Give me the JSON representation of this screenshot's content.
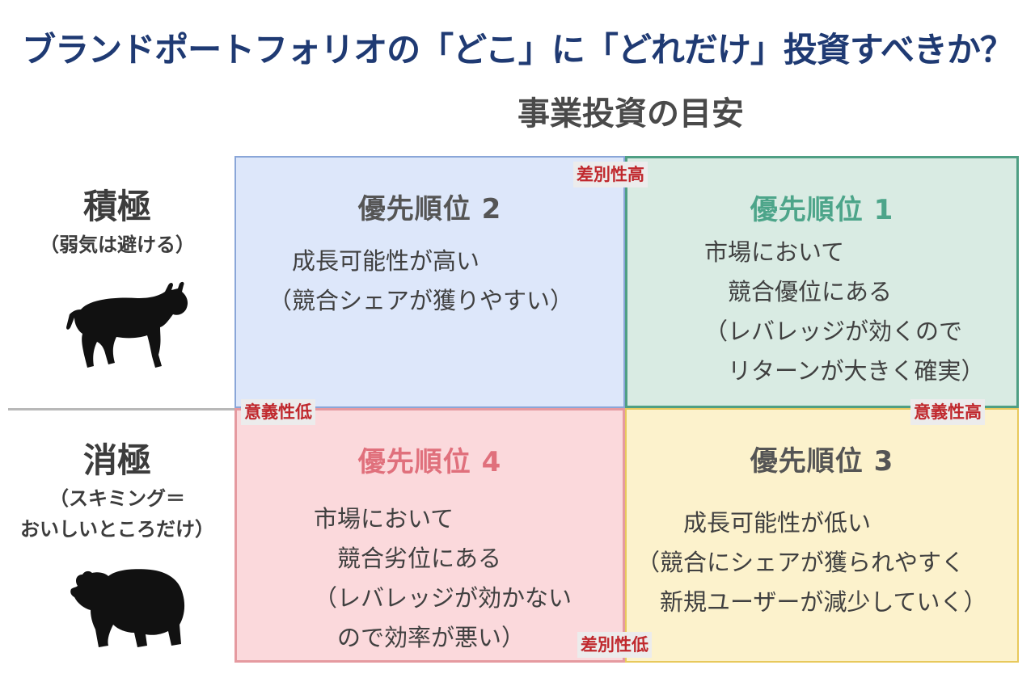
{
  "title": "ブランドポートフォリオの「どこ」に「どれだけ」投資すべきか？",
  "subtitle": "事業投資の目安",
  "side": {
    "top_title": "積極",
    "top_sub": "（弱気は避ける）",
    "bottom_title": "消極",
    "bottom_sub1": "（スキミング＝",
    "bottom_sub2": "おいしいところだけ）"
  },
  "axis_tags": {
    "top": "差別性高",
    "bottom": "差別性低",
    "left": "意義性低",
    "right": "意義性高"
  },
  "quadrants": {
    "q1": {
      "heading": "優先順位 1",
      "lines": [
        "市場において",
        "　競合優位にある",
        "（レバレッジが効くので",
        "　リターンが大きく確実）"
      ]
    },
    "q2": {
      "heading": "優先順位 2",
      "lines": [
        "　成長可能性が高い",
        "（競合シェアが獲りやすい）"
      ]
    },
    "q3": {
      "heading": "優先順位 3",
      "lines": [
        "　　成長可能性が低い",
        "（競合にシェアが獲られやすく",
        "　新規ユーザーが減少していく）"
      ]
    },
    "q4": {
      "heading": "優先順位 4",
      "lines": [
        "市場において",
        "　競合劣位にある",
        "（レバレッジが効かない",
        "　ので効率が悪い）"
      ]
    }
  },
  "colors": {
    "title": "#1f3a73",
    "q1_bg": "#d9ebe3",
    "q1_border": "#4f9f84",
    "q2_bg": "#dde7fa",
    "q2_border": "#8aa6d8",
    "q3_bg": "#fcf2cc",
    "q3_border": "#e8c95c",
    "q4_bg": "#fbd9dc",
    "q4_border": "#e59aa0",
    "tag_text": "#c0282d"
  },
  "icons": {
    "top": "bull-icon",
    "bottom": "bear-icon"
  }
}
